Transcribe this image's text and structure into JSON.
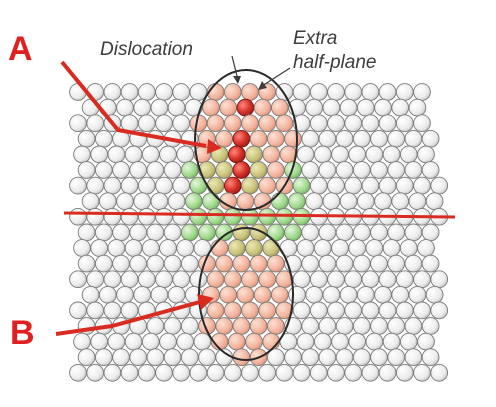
{
  "labels": {
    "marker_a": "A",
    "marker_b": "B",
    "dislocation": "Dislocation",
    "extra_line1": "Extra",
    "extra_line2": "half-plane"
  },
  "colors": {
    "marker_red": "#e02020",
    "arrow_red": "#d92b1f",
    "atom_white": "#f4f4f4",
    "atom_outline": "#7a7a7a",
    "atom_salmon": "#f3b39c",
    "atom_red": "#d8322a",
    "atom_green": "#9ed889",
    "atom_olive": "#c9c27a",
    "ellipse_stroke": "#2a2a2a",
    "text_gray": "#3c3c3c"
  }
}
